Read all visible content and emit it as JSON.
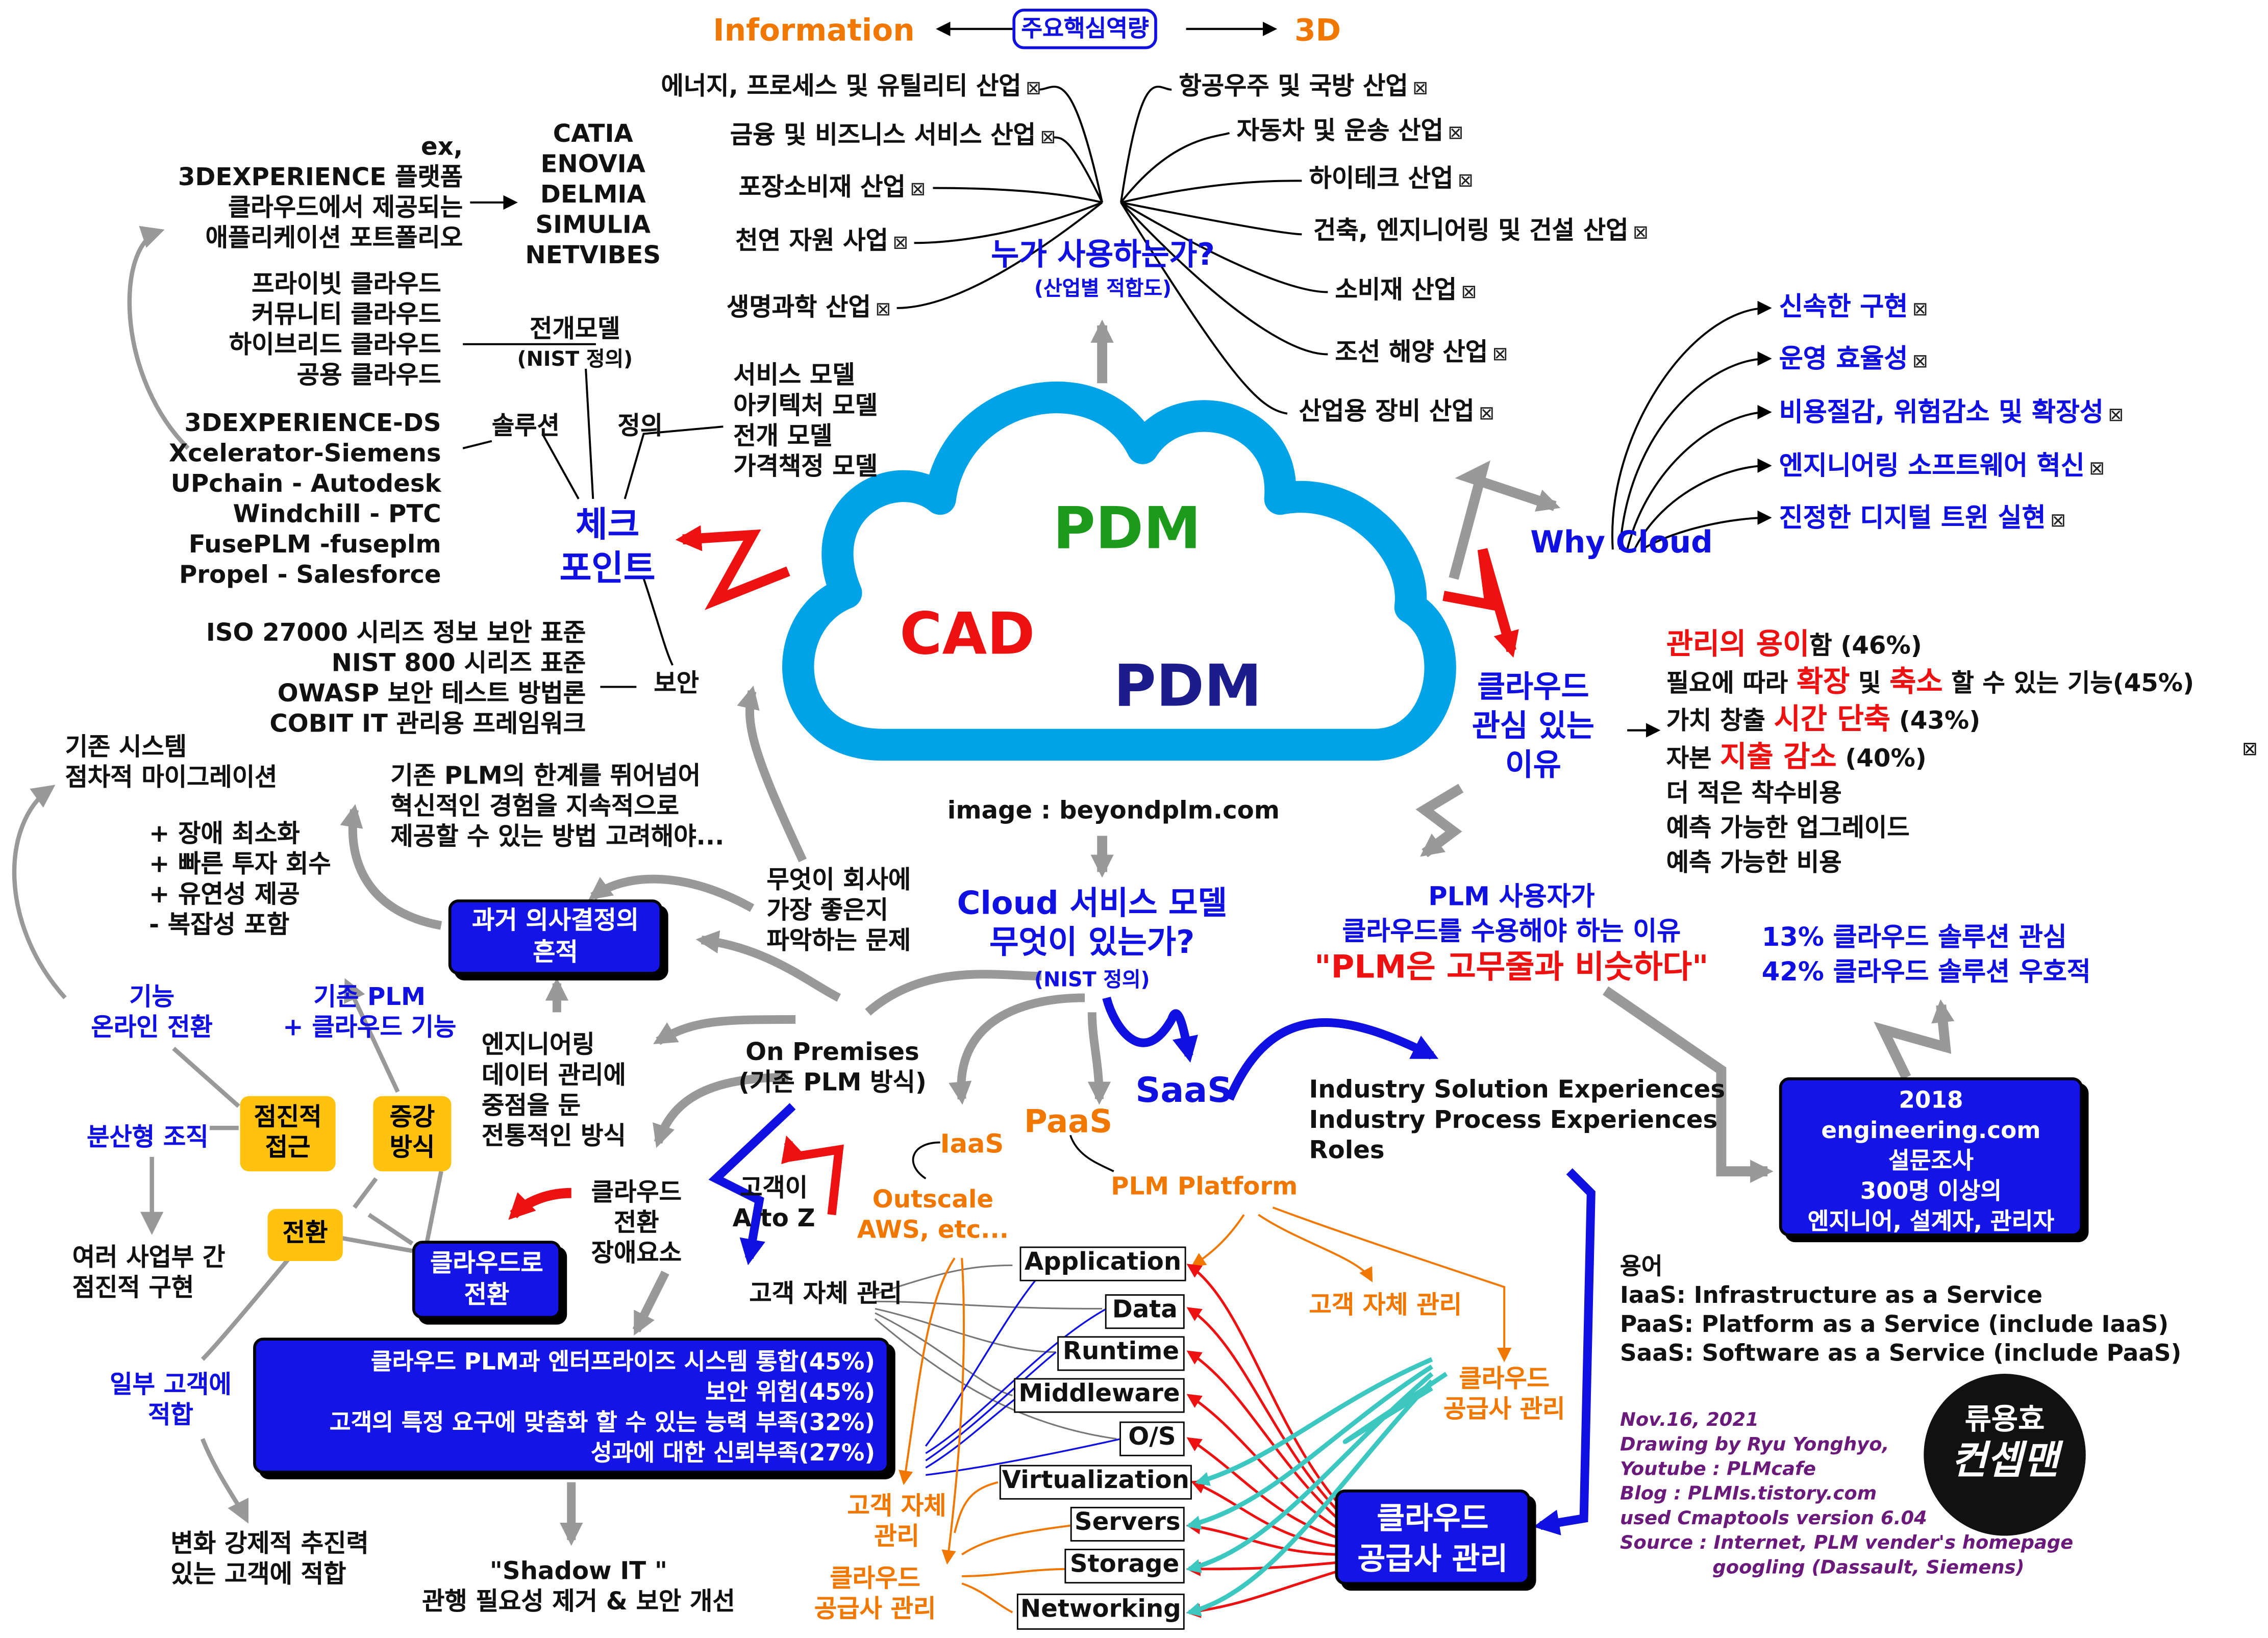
{
  "center": {
    "cloud_words": [
      "PDM",
      "CAD",
      "PDM"
    ],
    "image_credit": "image : beyondplm.com"
  },
  "top": {
    "core_competency": "주요핵심역량",
    "information": "Information",
    "three_d": "3D",
    "who_uses": "누가 사용하는가?",
    "who_uses_sub": "(산업별 적합도)",
    "industries_left": [
      "에너지, 프로세스 및 유틸리티 산업",
      "금융 및 비즈니스 서비스 산업",
      "포장소비재 산업",
      "천연 자원 사업",
      "생명과학 산업"
    ],
    "industries_right": [
      "항공우주 및 국방 산업",
      "자동차 및 운송 산업",
      "하이테크 산업",
      "건축, 엔지니어링 및 건설 산업",
      "소비재 산업",
      "조선 해양 산업",
      "산업용 장비 산업"
    ]
  },
  "why_cloud": {
    "title": "Why Cloud",
    "items": [
      "신속한 구현",
      "운영 효율성",
      "비용절감, 위험감소 및 확장성",
      "엔지니어링 소프트웨어 혁신",
      "진정한 디지털 트윈 실현"
    ]
  },
  "interest": {
    "title_lines": [
      "클라우드",
      "관심 있는",
      "이유"
    ],
    "lines": [
      [
        {
          "t": "관리의 용이",
          "c": "red"
        },
        {
          "t": "함 (46%)"
        }
      ],
      [
        {
          "t": "필요에 따라 "
        },
        {
          "t": "확장",
          "c": "red"
        },
        {
          "t": " 및 "
        },
        {
          "t": "축소",
          "c": "red"
        },
        {
          "t": " 할 수 있는 기능(45%)"
        }
      ],
      [
        {
          "t": "가치 창출 "
        },
        {
          "t": "시간 단축",
          "c": "red"
        },
        {
          "t": " (43%)"
        }
      ],
      [
        {
          "t": "자본 "
        },
        {
          "t": "지출 감소",
          "c": "red"
        },
        {
          "t": " (40%)"
        }
      ],
      [
        {
          "t": "더 적은 착수비용"
        }
      ],
      [
        {
          "t": "예측 가능한 업그레이드"
        }
      ],
      [
        {
          "t": "예측 가능한 비용"
        }
      ]
    ]
  },
  "plm_users": {
    "line1": "PLM 사용자가",
    "line2": "클라우드를 수용해야 하는 이유",
    "quote": "\"PLM은 고무줄과 비슷하다\"",
    "stat1": "13% 클라우드 솔루션 관심",
    "stat2": "42% 클라우드 솔루션 우호적",
    "survey": [
      "2018",
      "engineering.com",
      "설문조사",
      "300명 이상의",
      "엔지니어, 설계자, 관리자"
    ]
  },
  "checkpoint": {
    "title_lines": [
      "체크",
      "포인트"
    ],
    "example_lines": [
      "ex,",
      "3DEXPERIENCE 플랫폼",
      "클라우드에서 제공되는",
      "애플리케이션 포트폴리오"
    ],
    "apps": [
      "CATIA",
      "ENOVIA",
      "DELMIA",
      "SIMULIA",
      "NETVIBES"
    ],
    "deploy_list": [
      "프라이빗 클라우드",
      "커뮤니티 클라우드",
      "하이브리드 클라우드",
      "공용 클라우드"
    ],
    "deploy_label": [
      "전개모델",
      "(NIST 정의)"
    ],
    "solution_label": "솔루션",
    "solutions": [
      "3DEXPERIENCE-DS",
      "Xcelerator-Siemens",
      "UPchain - Autodesk",
      "Windchill - PTC",
      "FusePLM -fuseplm",
      "Propel - Salesforce"
    ],
    "definition_label": "정의",
    "definitions": [
      "서비스 모델",
      "아키텍처 모델",
      "전개 모델",
      "가격책정 모델"
    ],
    "security_label": "보안",
    "security_list": [
      "ISO 27000 시리즈 정보 보안 표준",
      "NIST 800 시리즈 표준",
      "OWASP 보안 테스트 방법론",
      "COBIT IT 관리용 프레임워크"
    ]
  },
  "service_model": {
    "title_lines": [
      "Cloud 서비스 모델",
      "무엇이 있는가?"
    ],
    "sub": "(NIST 정의)",
    "saas": "SaaS",
    "paas": "PaaS",
    "iaas": "IaaS",
    "saas_items": [
      "Industry Solution Experiences",
      "Industry Process Experiences",
      "Roles"
    ],
    "plm_platform": "PLM Platform",
    "outscale": [
      "Outscale",
      "AWS, etc..."
    ],
    "stack": [
      "Application",
      "Data",
      "Runtime",
      "Middleware",
      "O/S",
      "Virtualization",
      "Servers",
      "Storage",
      "Networking"
    ],
    "customer_self": "고객 자체 관리",
    "customer_self_2": [
      "고객 자체",
      "관리"
    ],
    "vendor_managed": [
      "클라우드",
      "공급사 관리"
    ],
    "vendor_box": [
      "클라우드",
      "공급사 관리"
    ],
    "vendor_left": [
      "클라우드",
      "공급사 관리"
    ],
    "customer_az": [
      "고객이",
      "A to Z"
    ],
    "customer_mgmt": "고객 자체 관리"
  },
  "glossary": {
    "title": "용어",
    "lines": [
      "IaaS: Infrastructure as a Service",
      "PaaS: Platform as a Service (include IaaS)",
      "SaaS: Software as a Service (include PaaS)"
    ]
  },
  "credits": [
    "Nov.16, 2021",
    "Drawing by Ryu Yonghyo,",
    "Youtube : PLMcafe",
    "Blog : PLMIs.tistory.com",
    "used Cmaptools version 6.04",
    "Source : Internet, PLM vender's homepage",
    "googling (Dassault, Siemens)"
  ],
  "logo": [
    "류용효",
    "컨셉맨"
  ],
  "left": {
    "migration": [
      "기존 시스템",
      "점차적 마이그레이션"
    ],
    "pros": [
      "+ 장애 최소화",
      "+ 빠른 투자 회수",
      "+ 유연성 제공",
      "- 복잡성 포함"
    ],
    "beyond": [
      "기존 PLM의 한계를 뛰어넘어",
      "혁신적인 경험을 지속적으로",
      "제공할 수 있는 방법 고려해야..."
    ],
    "what_best": [
      "무엇이 회사에",
      "가장 좋은지",
      "파악하는 문제"
    ],
    "past_decision": [
      "과거 의사결정의",
      "흔적"
    ],
    "online": [
      "기능",
      "온라인 전환"
    ],
    "existing_plm": [
      "기존 PLM",
      "+ 클라우드 기능"
    ],
    "on_prem": [
      "On Premises",
      "(기존 PLM 방식)"
    ],
    "eng_data": [
      "엔지니어링",
      "데이터 관리에",
      "중점을 둔",
      "전통적인 방식"
    ],
    "distributed": "분산형 조직",
    "gradual": [
      "점진적",
      "접근"
    ],
    "augment": [
      "증강",
      "방식"
    ],
    "multi_bu": [
      "여러 사업부 간",
      "점진적 구현"
    ],
    "switch": "전환",
    "to_cloud": [
      "클라우드로",
      "전환"
    ],
    "obstacles": [
      "클라우드",
      "전환",
      "장애요소"
    ],
    "some_customers": [
      "일부 고객에",
      "적합"
    ],
    "obstacle_list": [
      "클라우드  PLM과 엔터프라이즈 시스템 통합(45%)",
      "보안 위험(45%)",
      "고객의 특정 요구에 맞춤화 할 수 있는 능력 부족(32%)",
      "성과에 대한 신뢰부족(27%)"
    ],
    "shadow_it": [
      "\"Shadow IT \"",
      "관행 필요성 제거 & 보안 개선"
    ],
    "change_push": [
      "변화 강제적 추진력",
      "있는 고객에 적합"
    ]
  },
  "arrow_glyph": "⊠",
  "colors": {
    "blue": "#1010e0",
    "orange": "#f07800",
    "red": "#ee1111",
    "green": "#1b9a1b",
    "navy": "#1c1c8c",
    "gold": "#ffc20e"
  }
}
